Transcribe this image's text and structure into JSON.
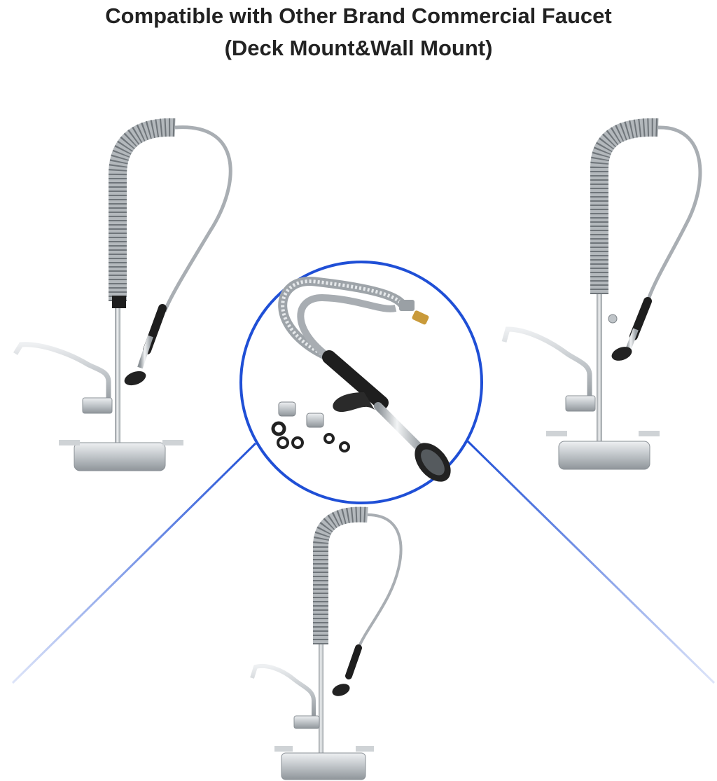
{
  "heading": {
    "line1": "Compatible with Other Brand Commercial Faucet",
    "line2": "(Deck Mount&Wall Mount)"
  },
  "colors": {
    "accent_blue": "#1f4fd6",
    "chrome": "#c8ccd0",
    "chrome_dark": "#8a9096",
    "black_part": "#1e1e1e",
    "brass": "#c99a3a"
  },
  "images": [
    "faucet-wall-mount-left",
    "pre-rinse-hose-kit",
    "faucet-wall-mount-right",
    "faucet-deck-mount-bottom"
  ]
}
